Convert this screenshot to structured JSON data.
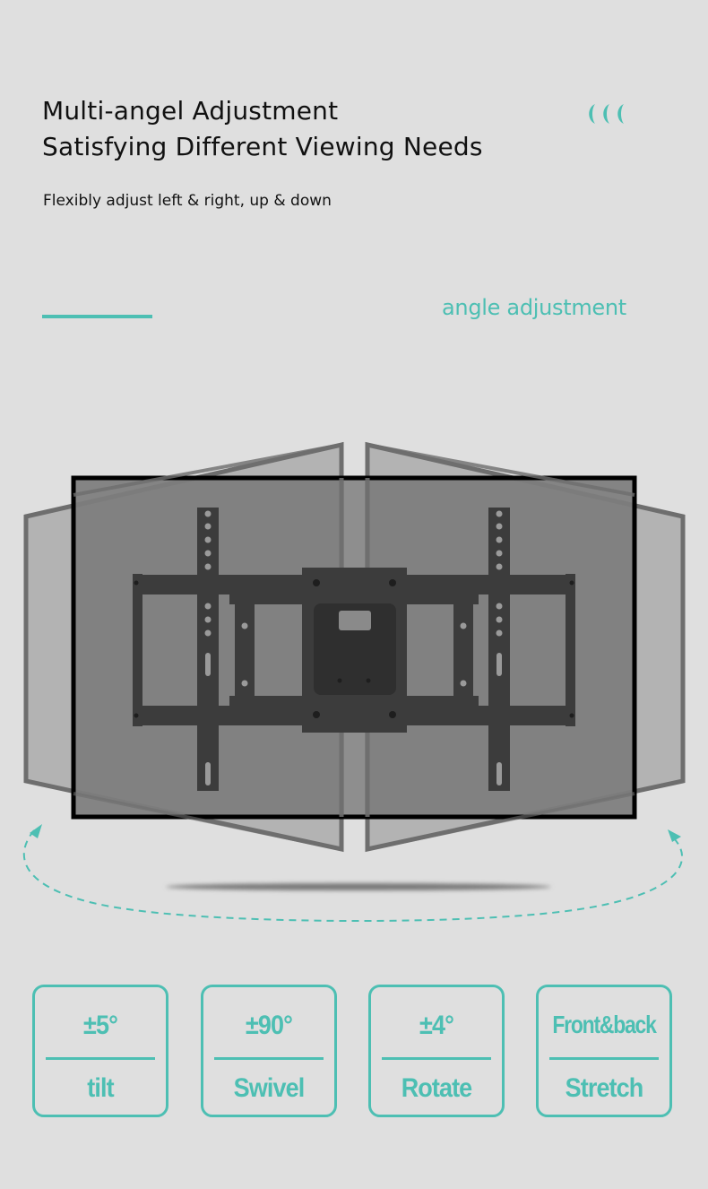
{
  "header": {
    "title_line1": "Multi-angel Adjustment",
    "title_line2": "Satisfying Different Viewing Needs",
    "subtitle": "Flexibly adjust left & right, up & down",
    "decor_icon": "triple-chevron-left-icon"
  },
  "section": {
    "label": "angle adjustment",
    "accent_color": "#4dbfb3"
  },
  "illustration": {
    "subject": "full-motion-tv-wall-mount",
    "panels": [
      "left-swivel-screen",
      "right-swivel-screen",
      "front-screen"
    ],
    "motion_indicator": "dashed-elliptical-rotation-arrow",
    "colors": {
      "background": "#dfdfdf",
      "panel_fill": "#b3b3b3",
      "panel_border": "#6e6e6e",
      "front_screen": "#7d7d7d",
      "front_border": "#000000",
      "mount": "#3c3c3c",
      "accent": "#4dbfb3"
    }
  },
  "features": [
    {
      "value": "±5°",
      "label": "tilt"
    },
    {
      "value": "±90°",
      "label": "Swivel"
    },
    {
      "value": "±4°",
      "label": "Rotate"
    },
    {
      "value": "Front&back",
      "label": "Stretch"
    }
  ]
}
